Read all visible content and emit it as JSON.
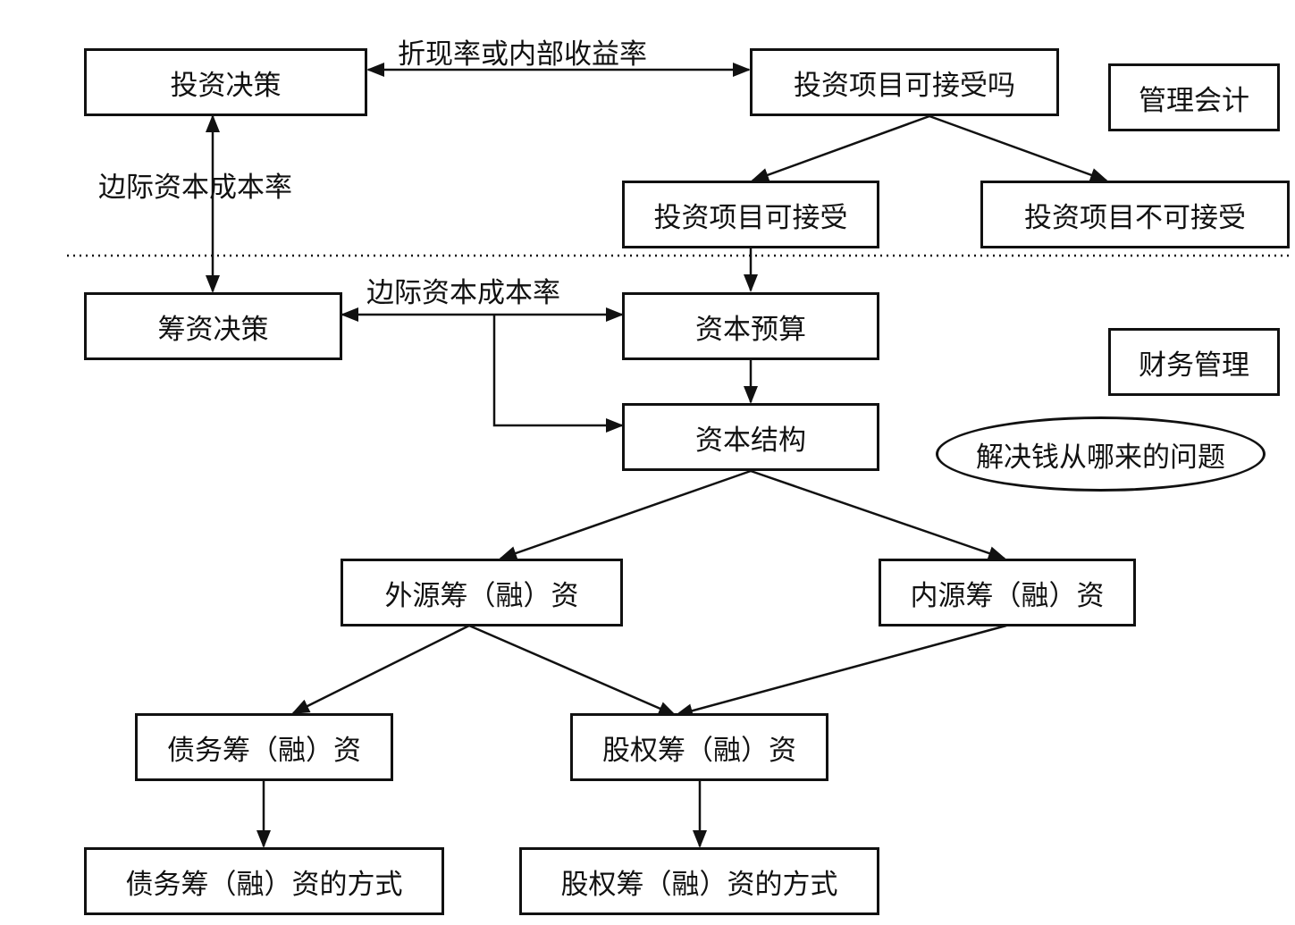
{
  "nodes": {
    "investment_decision": "投资决策",
    "project_acceptable_q": "投资项目可接受吗",
    "management_accounting": "管理会计",
    "project_acceptable": "投资项目可接受",
    "project_not_acceptable": "投资项目不可接受",
    "financing_decision": "筹资决策",
    "capital_budget": "资本预算",
    "financial_management": "财务管理",
    "capital_structure": "资本结构",
    "where_money_from": "解决钱从哪来的问题",
    "external_financing": "外源筹（融）资",
    "internal_financing": "内源筹（融）资",
    "debt_financing": "债务筹（融）资",
    "equity_financing": "股权筹（融）资",
    "debt_financing_methods": "债务筹（融）资的方式",
    "equity_financing_methods": "股权筹（融）资的方式"
  },
  "edge_labels": {
    "discount_or_irr": "折现率或内部收益率",
    "marginal_cost_left": "边际资本成本率",
    "marginal_cost_mid": "边际资本成本率"
  }
}
